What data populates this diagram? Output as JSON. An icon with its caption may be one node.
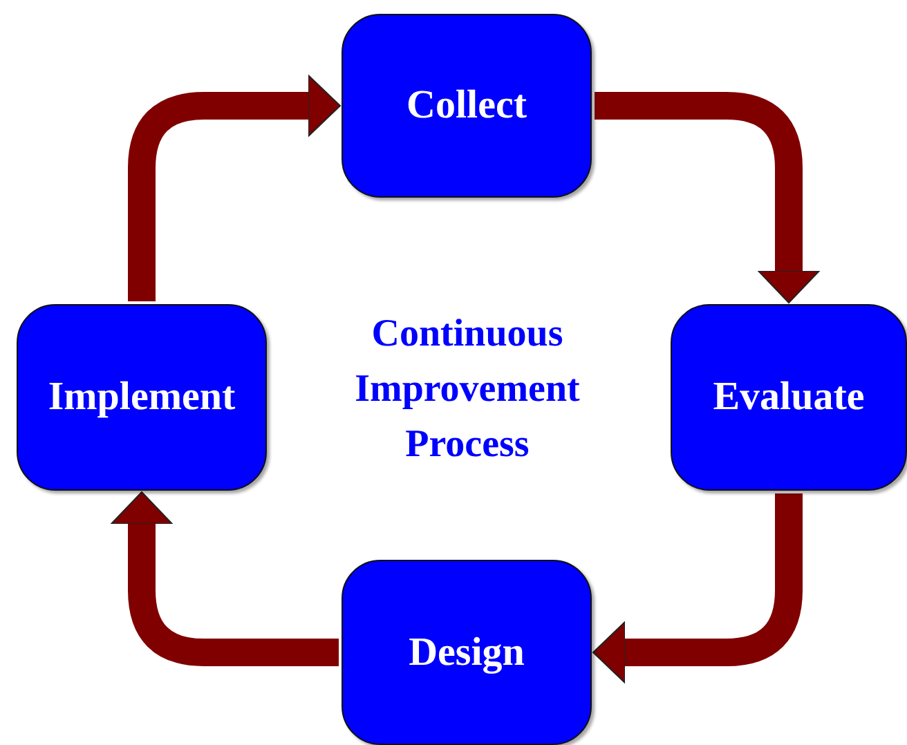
{
  "diagram": {
    "title": "Continuous Improvement Process",
    "nodes": [
      {
        "text": [
          "Collect"
        ]
      },
      {
        "text": [
          "Evaluate"
        ]
      },
      {
        "text": [
          "Design"
        ]
      },
      {
        "text": [
          "Implement"
        ]
      }
    ],
    "edges": [
      {
        "from": 0,
        "to": 1,
        "arrow": "to"
      },
      {
        "from": 1,
        "to": 2,
        "arrow": "to"
      },
      {
        "from": 2,
        "to": 3,
        "arrow": "to"
      },
      {
        "from": 3,
        "to": 0,
        "arrow": "to"
      }
    ]
  }
}
